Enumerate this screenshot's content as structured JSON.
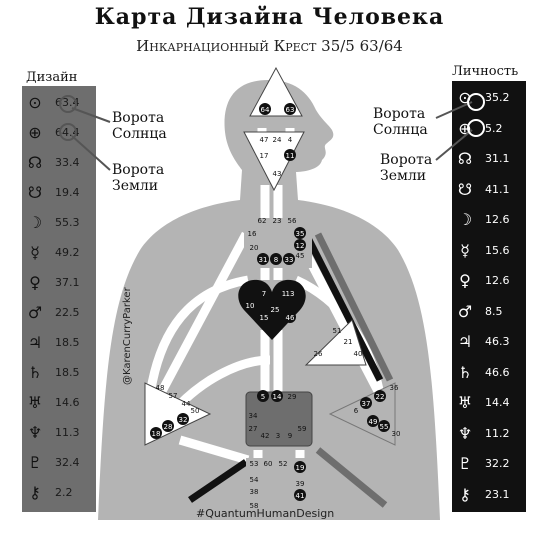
{
  "header": {
    "title": "Карта Дизайна Человека",
    "subtitle": "Инкарнационный Крест 35/5 63/64"
  },
  "design": {
    "label": "Дизайн",
    "rows": [
      {
        "icon": "sun-icon",
        "glyph": "⊙",
        "value": "63.4"
      },
      {
        "icon": "earth-icon",
        "glyph": "⊕",
        "value": "64.4"
      },
      {
        "icon": "north-node-icon",
        "glyph": "☊",
        "value": "33.4"
      },
      {
        "icon": "south-node-icon",
        "glyph": "☋",
        "value": "19.4"
      },
      {
        "icon": "moon-icon",
        "glyph": "☽",
        "value": "55.3"
      },
      {
        "icon": "mercury-icon",
        "glyph": "☿",
        "value": "49.2"
      },
      {
        "icon": "venus-icon",
        "glyph": "♀",
        "value": "37.1"
      },
      {
        "icon": "mars-icon",
        "glyph": "♂",
        "value": "22.5"
      },
      {
        "icon": "jupiter-icon",
        "glyph": "♃",
        "value": "18.5"
      },
      {
        "icon": "saturn-icon",
        "glyph": "♄",
        "value": "18.5"
      },
      {
        "icon": "uranus-icon",
        "glyph": "♅",
        "value": "14.6"
      },
      {
        "icon": "neptune-icon",
        "glyph": "♆",
        "value": "11.3"
      },
      {
        "icon": "pluto-icon",
        "glyph": "♇",
        "value": "32.4"
      },
      {
        "icon": "chiron-icon",
        "glyph": "⚷",
        "value": "2.2"
      }
    ]
  },
  "personality": {
    "label": "Личность",
    "rows": [
      {
        "icon": "sun-icon",
        "glyph": "⊙",
        "value": "35.2"
      },
      {
        "icon": "earth-icon",
        "glyph": "⊕",
        "value": "5.2"
      },
      {
        "icon": "north-node-icon",
        "glyph": "☊",
        "value": "31.1"
      },
      {
        "icon": "south-node-icon",
        "glyph": "☋",
        "value": "41.1"
      },
      {
        "icon": "moon-icon",
        "glyph": "☽",
        "value": "12.6"
      },
      {
        "icon": "mercury-icon",
        "glyph": "☿",
        "value": "15.6"
      },
      {
        "icon": "venus-icon",
        "glyph": "♀",
        "value": "12.6"
      },
      {
        "icon": "mars-icon",
        "glyph": "♂",
        "value": "8.5"
      },
      {
        "icon": "jupiter-icon",
        "glyph": "♃",
        "value": "46.3"
      },
      {
        "icon": "saturn-icon",
        "glyph": "♄",
        "value": "46.6"
      },
      {
        "icon": "uranus-icon",
        "glyph": "♅",
        "value": "14.4"
      },
      {
        "icon": "neptune-icon",
        "glyph": "♆",
        "value": "11.2"
      },
      {
        "icon": "pluto-icon",
        "glyph": "♇",
        "value": "32.2"
      },
      {
        "icon": "chiron-icon",
        "glyph": "⚷",
        "value": "23.1"
      }
    ]
  },
  "annotations": {
    "design_sun": "Ворота\nСолнца",
    "design_earth": "Ворота\nЗемли",
    "personality_sun": "Ворота\nСолнца",
    "personality_earth": "Ворота\nЗемли"
  },
  "credits": {
    "handle": "@KarenCurryParker",
    "hashtag": "#QuantumHumanDesign"
  },
  "bodygraph": {
    "gates": {
      "head": [
        "64",
        "63"
      ],
      "ajna": [
        "47",
        "24",
        "4",
        "17",
        "11",
        "43"
      ],
      "throat": [
        "62",
        "23",
        "56",
        "16",
        "35",
        "20",
        "12",
        "31",
        "8",
        "33",
        "45"
      ],
      "g_center": [
        "7",
        "1",
        "13",
        "10",
        "15",
        "46",
        "25"
      ],
      "heart": [
        "51",
        "21",
        "26",
        "40"
      ],
      "spleen": [
        "48",
        "57",
        "44",
        "50",
        "32",
        "28",
        "18"
      ],
      "sacral": [
        "5",
        "14",
        "29",
        "34",
        "27",
        "42",
        "3",
        "9",
        "59"
      ],
      "solar_plexus": [
        "36",
        "22",
        "37",
        "6",
        "49",
        "55",
        "30"
      ],
      "root": [
        "53",
        "60",
        "52",
        "54",
        "19",
        "38",
        "39",
        "58",
        "41"
      ]
    },
    "colors": {
      "design": "#6e6e6e",
      "personality": "#111111",
      "body": "#b4b4b4"
    }
  }
}
